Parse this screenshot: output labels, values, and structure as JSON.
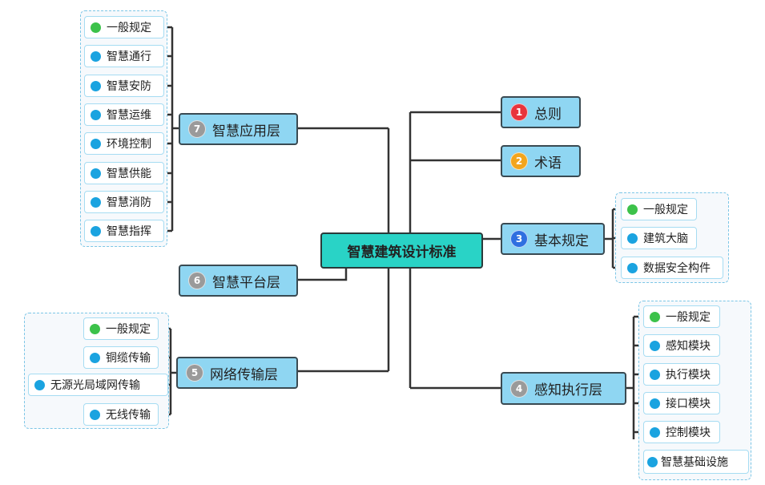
{
  "center": "智慧建筑设计标准",
  "colors": {
    "center": "#29d3c6",
    "topic": "#8fd6f2",
    "green": "#3cc24a",
    "blue": "#1aa3e0",
    "red": "#e8343c",
    "orange": "#f2a51d",
    "badge_blue": "#2f6fe0",
    "gray": "#9a9a9a"
  },
  "topics": [
    {
      "num": "1",
      "label": "总则"
    },
    {
      "num": "2",
      "label": "术语"
    },
    {
      "num": "3",
      "label": "基本规定",
      "children": [
        "一般规定",
        "建筑大脑",
        "数据安全构件"
      ]
    },
    {
      "num": "4",
      "label": "感知执行层",
      "children": [
        "一般规定",
        "感知模块",
        "执行模块",
        "接口模块",
        "控制模块",
        "智慧基础设施"
      ]
    },
    {
      "num": "5",
      "label": "网络传输层",
      "children": [
        "一般规定",
        "铜缆传输",
        "无源光局域网传输",
        "无线传输"
      ]
    },
    {
      "num": "6",
      "label": "智慧平台层"
    },
    {
      "num": "7",
      "label": "智慧应用层",
      "children": [
        "一般规定",
        "智慧通行",
        "智慧安防",
        "智慧运维",
        "环境控制",
        "智慧供能",
        "智慧消防",
        "智慧指挥"
      ]
    }
  ]
}
